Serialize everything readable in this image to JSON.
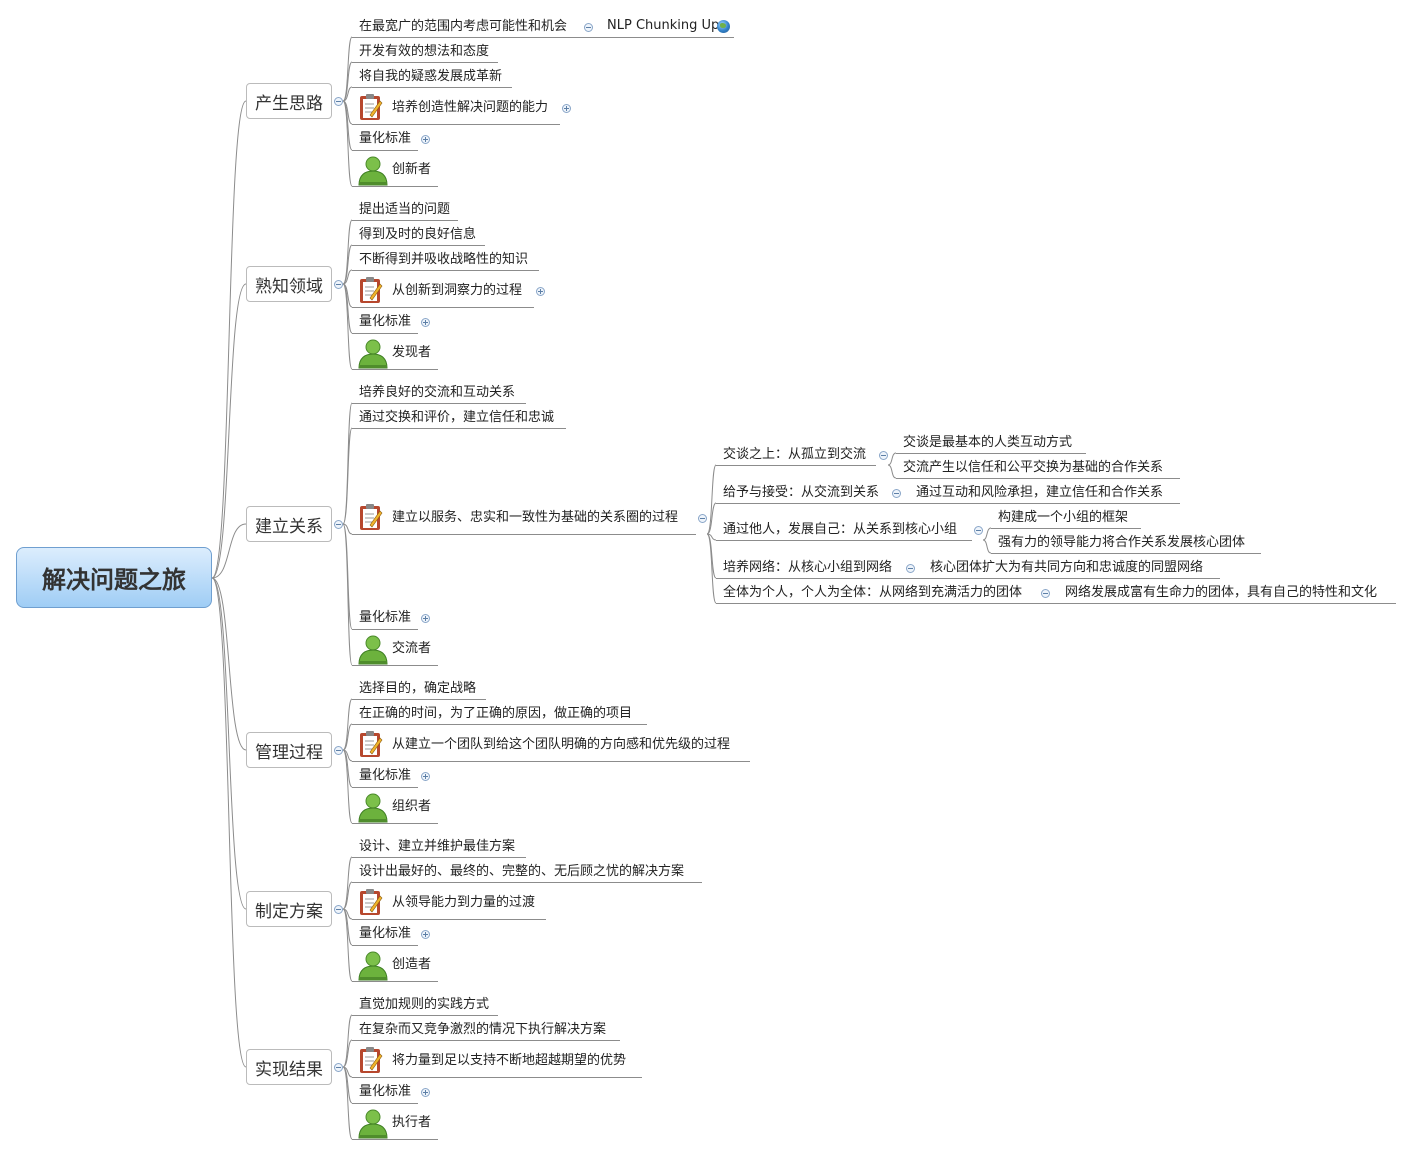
{
  "root": "解决问题之旅",
  "colors": {
    "root_top": "#dcedfd",
    "root_bottom": "#9fcdf5",
    "line": "#8c8c8c"
  },
  "branches": [
    {
      "title": "产生思路",
      "items": [
        {
          "text": "在最宽广的范围内考虑可能性和机会",
          "children": [
            {
              "text": "NLP Chunking Up",
              "icon": "globe-icon"
            }
          ]
        },
        {
          "text": "开发有效的想法和态度"
        },
        {
          "text": "将自我的疑惑发展成革新"
        },
        {
          "text": "培养创造性解决问题的能力",
          "icon": "clipboard-icon",
          "collapsed": true
        },
        {
          "text": "量化标准",
          "collapsed": true
        },
        {
          "text": "创新者",
          "icon": "person-icon"
        }
      ]
    },
    {
      "title": "熟知领域",
      "items": [
        {
          "text": "提出适当的问题"
        },
        {
          "text": "得到及时的良好信息"
        },
        {
          "text": "不断得到并吸收战略性的知识"
        },
        {
          "text": "从创新到洞察力的过程",
          "icon": "clipboard-icon",
          "collapsed": true
        },
        {
          "text": "量化标准",
          "collapsed": true
        },
        {
          "text": "发现者",
          "icon": "person-icon"
        }
      ]
    },
    {
      "title": "建立关系",
      "items": [
        {
          "text": "培养良好的交流和互动关系"
        },
        {
          "text": "通过交换和评价，建立信任和忠诚"
        },
        {
          "text": "建立以服务、忠实和一致性为基础的关系圈的过程",
          "icon": "clipboard-icon",
          "children": [
            {
              "text": "交谈之上：从孤立到交流",
              "children": [
                {
                  "text": "交谈是最基本的人类互动方式"
                },
                {
                  "text": "交流产生以信任和公平交换为基础的合作关系"
                }
              ]
            },
            {
              "text": "给予与接受：从交流到关系",
              "children": [
                {
                  "text": "通过互动和风险承担，建立信任和合作关系"
                }
              ]
            },
            {
              "text": "通过他人，发展自己：从关系到核心小组",
              "children": [
                {
                  "text": "构建成一个小组的框架"
                },
                {
                  "text": "强有力的领导能力将合作关系发展核心团体"
                }
              ]
            },
            {
              "text": "培养网络：从核心小组到网络",
              "children": [
                {
                  "text": "核心团体扩大为有共同方向和忠诚度的同盟网络"
                }
              ]
            },
            {
              "text": "全体为个人，个人为全体：从网络到充满活力的团体",
              "children": [
                {
                  "text": "网络发展成富有生命力的团体，具有自己的特性和文化"
                }
              ]
            }
          ]
        },
        {
          "text": "量化标准",
          "collapsed": true
        },
        {
          "text": "交流者",
          "icon": "person-icon"
        }
      ]
    },
    {
      "title": "管理过程",
      "items": [
        {
          "text": "选择目的，确定战略"
        },
        {
          "text": "在正确的时间，为了正确的原因，做正确的项目"
        },
        {
          "text": "从建立一个团队到给这个团队明确的方向感和优先级的过程",
          "icon": "clipboard-icon"
        },
        {
          "text": "量化标准",
          "collapsed": true
        },
        {
          "text": "组织者",
          "icon": "person-icon"
        }
      ]
    },
    {
      "title": "制定方案",
      "items": [
        {
          "text": "设计、建立并维护最佳方案"
        },
        {
          "text": "设计出最好的、最终的、完整的、无后顾之忧的解决方案"
        },
        {
          "text": "从领导能力到力量的过渡",
          "icon": "clipboard-icon"
        },
        {
          "text": "量化标准",
          "collapsed": true
        },
        {
          "text": "创造者",
          "icon": "person-icon"
        }
      ]
    },
    {
      "title": "实现结果",
      "items": [
        {
          "text": "直觉加规则的实践方式"
        },
        {
          "text": "在复杂而又竞争激烈的情况下执行解决方案"
        },
        {
          "text": "将力量到足以支持不断地超越期望的优势",
          "icon": "clipboard-icon"
        },
        {
          "text": "量化标准",
          "collapsed": true
        },
        {
          "text": "执行者",
          "icon": "person-icon"
        }
      ]
    }
  ]
}
